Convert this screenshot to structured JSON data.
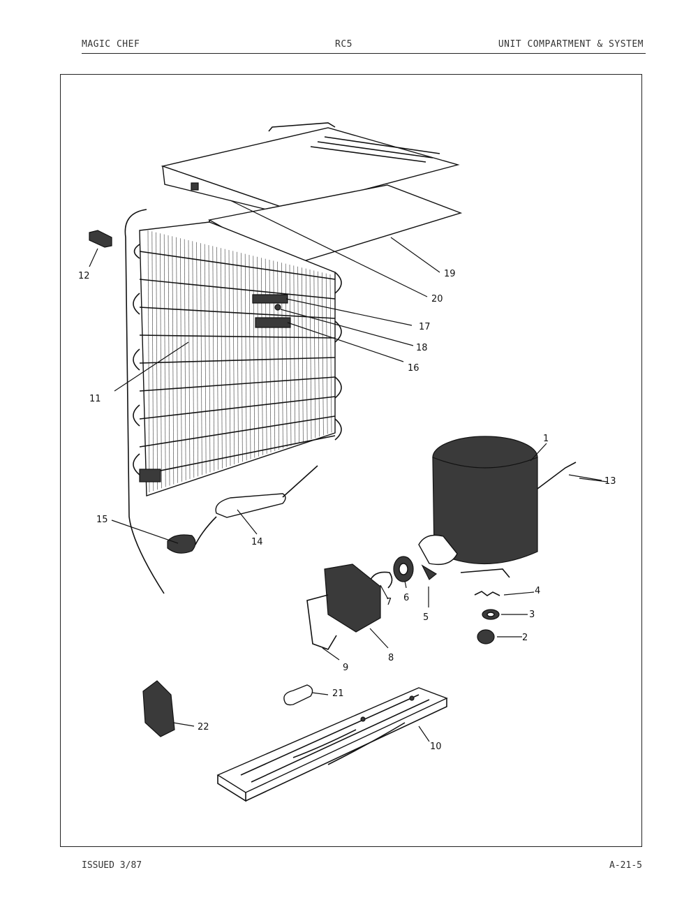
{
  "header": {
    "brand": "MAGIC CHEF",
    "model": "RC5",
    "section": "UNIT COMPARTMENT & SYSTEM"
  },
  "footer": {
    "issued": "ISSUED 3/87",
    "page": "A-21-5"
  },
  "callouts": {
    "c1": "1",
    "c2": "2",
    "c3": "3",
    "c4": "4",
    "c5": "5",
    "c6": "6",
    "c7": "7",
    "c8": "8",
    "c9": "9",
    "c10": "10",
    "c11": "11",
    "c12": "12",
    "c13": "13",
    "c14": "14",
    "c15": "15",
    "c16": "16",
    "c17": "17",
    "c18": "18",
    "c19": "19",
    "c20": "20",
    "c21": "21",
    "c22": "22"
  }
}
